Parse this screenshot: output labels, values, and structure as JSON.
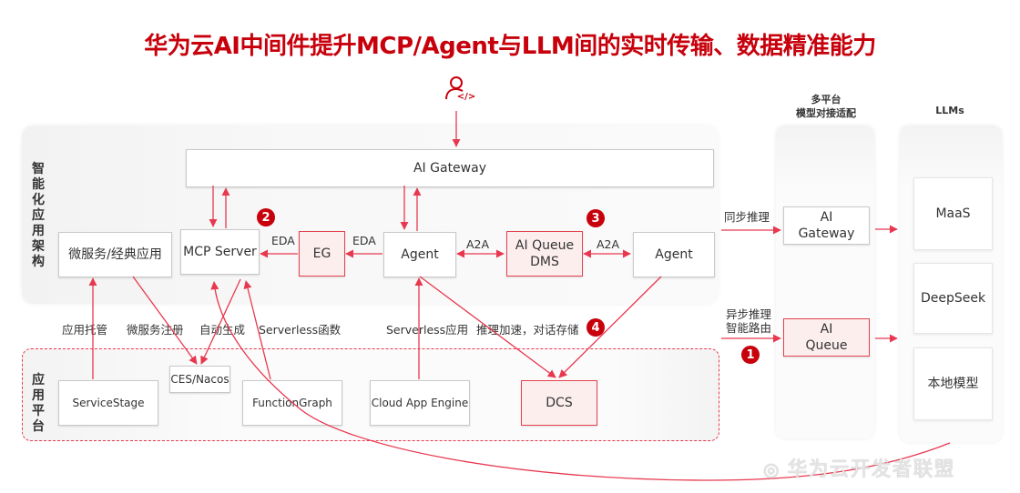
{
  "title": "华为云AI中间件提升MCP/Agent与LLM间的实时传输、数据精准能力",
  "developer_icon": "developer-user-code-icon",
  "sections": {
    "intelligent_app_arch": "智能化应用架构",
    "app_platform": "应用平台",
    "multi_platform_header": [
      "多平台",
      "模型对接适配"
    ],
    "llms_header": "LLMs"
  },
  "arch_nodes": {
    "ai_gateway": "AI Gateway",
    "microservice": "微服务/经典应用",
    "mcp_server": "MCP Server",
    "eg": "EG",
    "agent_left": "Agent",
    "ai_queue_dms": [
      "AI Queue",
      "DMS"
    ],
    "agent_right": "Agent"
  },
  "platform_nodes": {
    "servicestage": "ServiceStage",
    "ces_nacos": "CES/Nacos",
    "functiongraph": "FunctionGraph",
    "cloud_app_engine": "Cloud App Engine",
    "dcs": "DCS"
  },
  "adapter_nodes": {
    "ai_gateway": [
      "AI",
      "Gateway"
    ],
    "ai_queue": [
      "AI",
      "Queue"
    ]
  },
  "llm_nodes": [
    "MaaS",
    "DeepSeek",
    "本地模型"
  ],
  "edge_labels": {
    "eda_1": "EDA",
    "eda_2": "EDA",
    "a2a_1": "A2A",
    "a2a_2": "A2A",
    "app_hosting": "应用托管",
    "ms_register": "微服务注册",
    "auto_generate": "自动生成",
    "serverless_func": "Serverless函数",
    "serverless_app": "Serverless应用",
    "inference_accel": "推理加速，对话存储",
    "sync_inference": "同步推理",
    "async_inference": [
      "异步推理",
      "智能路由"
    ]
  },
  "badges": [
    "1",
    "2",
    "3",
    "4"
  ],
  "colors": {
    "brand_red": "#c7000b",
    "arrow_red": "#e8384f",
    "highlight_fill": "#fdeeee"
  },
  "watermark": "华为云开发者联盟"
}
